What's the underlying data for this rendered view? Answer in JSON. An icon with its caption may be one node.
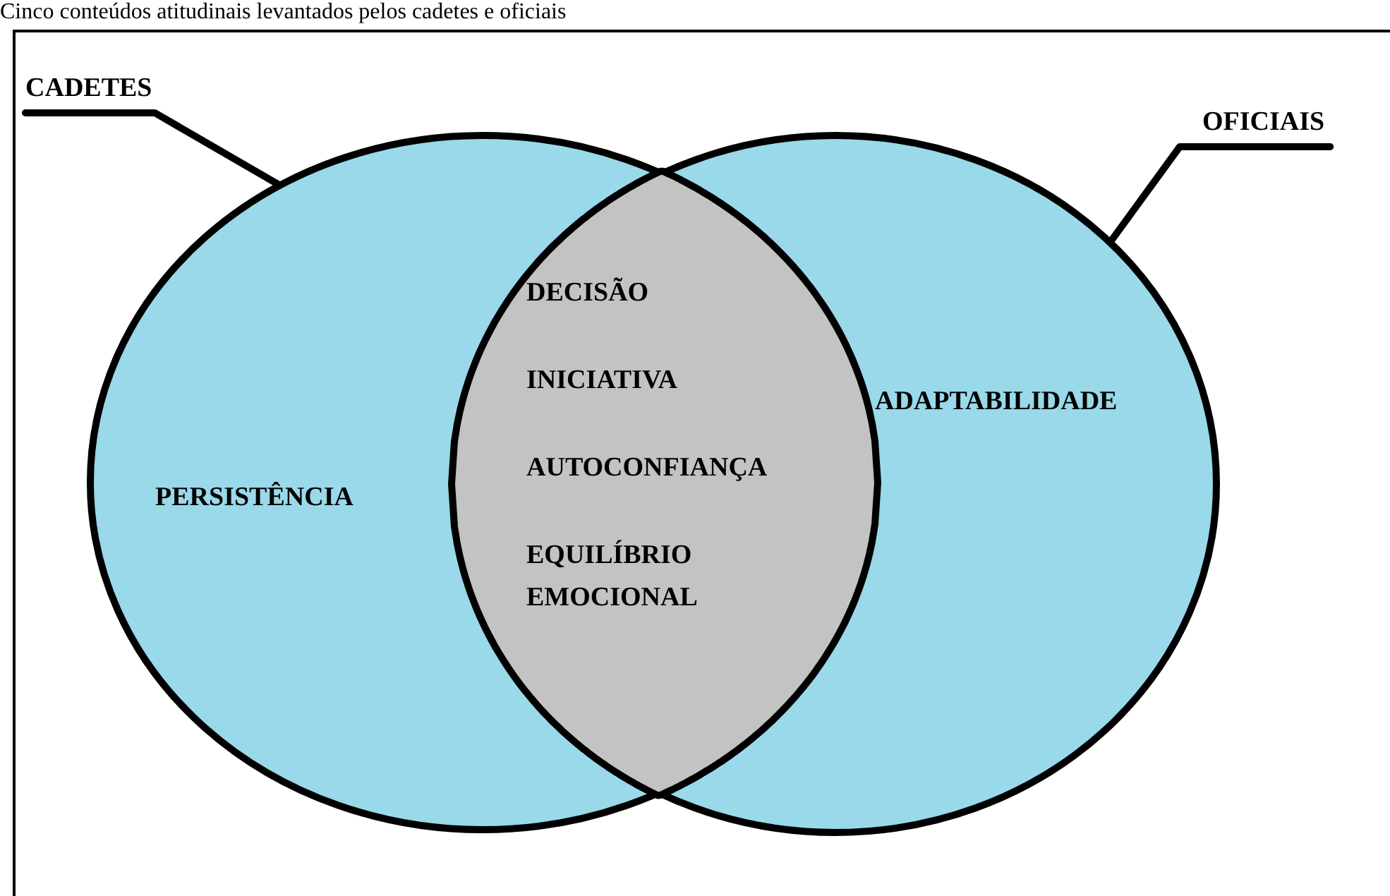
{
  "diagram": {
    "title": "Cinco conteúdos atitudinais levantados pelos cadetes e oficiais",
    "nodes": [
      {
        "text": [
          "CADETES"
        ]
      },
      {
        "text": [
          "PERSISTÊNCIA"
        ]
      },
      {
        "text": [
          "OFICIAIS"
        ]
      },
      {
        "text": [
          "ADAPTABILIDADE"
        ]
      },
      {
        "text": [
          "DECISÃO",
          "INICIATIVA",
          "AUTOCONFIANÇA",
          "EQUILÍBRIO EMOCIONAL"
        ]
      }
    ],
    "edges": [
      {
        "from": 0,
        "to": 1,
        "arrow": "none"
      },
      {
        "from": 2,
        "to": 3,
        "arrow": "none"
      }
    ]
  }
}
